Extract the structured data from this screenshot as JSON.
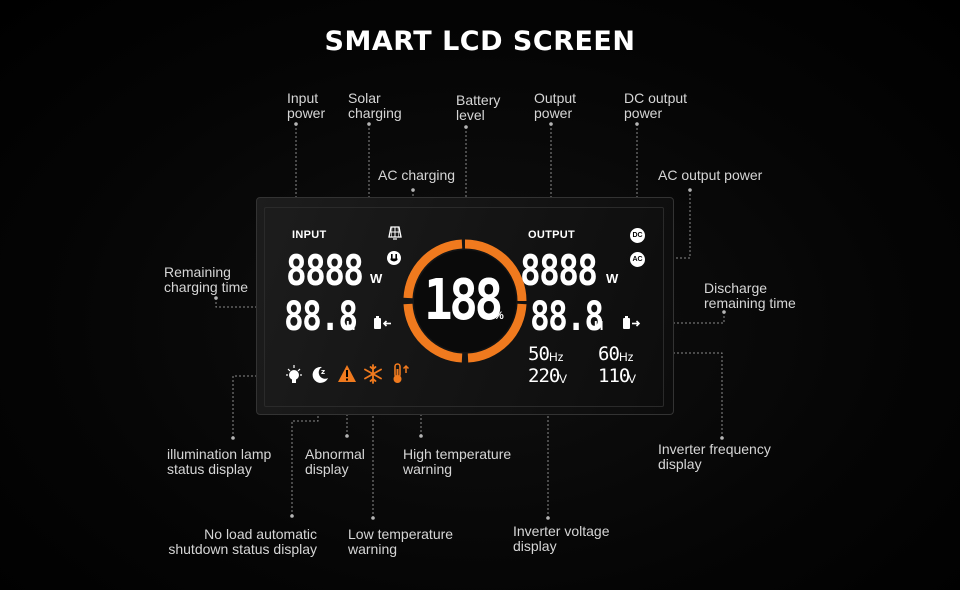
{
  "title": "SMART LCD SCREEN",
  "colors": {
    "accent": "#f07a1e",
    "background": "#000000",
    "text": "#d6d6d6"
  },
  "labels": {
    "input_power": "Input\npower",
    "solar_charging": "Solar\ncharging",
    "battery_level": "Battery\nlevel",
    "output_power": "Output\npower",
    "dc_output_power": "DC output\npower",
    "ac_charging": "AC charging",
    "ac_output_power": "AC output power",
    "remaining_charging_time": "Remaining\ncharging time",
    "discharge_remaining_time": "Discharge\nremaining time",
    "illumination_lamp": "illumination lamp\nstatus display",
    "abnormal_display": "Abnormal\ndisplay",
    "high_temperature_warning": "High temperature\nwarning",
    "inverter_frequency": "Inverter frequency\ndisplay",
    "no_load_shutdown": "No load automatic\nshutdown status display",
    "low_temperature_warning": "Low temperature\nwarning",
    "inverter_voltage": "Inverter voltage\ndisplay"
  },
  "lcd": {
    "input_header": "INPUT",
    "output_header": "OUTPUT",
    "input_watts": "8888",
    "input_watts_unit": "W",
    "input_hours": "88.8",
    "input_hours_unit": "H",
    "battery_percent": "188",
    "battery_percent_unit": "%",
    "output_watts": "8888",
    "output_watts_unit": "W",
    "output_hours": "88.8",
    "output_hours_unit": "H",
    "freq_left": "50",
    "freq_left_unit": "Hz",
    "freq_right": "60",
    "freq_right_unit": "Hz",
    "volt_left": "220",
    "volt_left_unit": "V",
    "volt_right": "110",
    "volt_right_unit": "V",
    "dc_badge": "DC",
    "ac_badge": "AC"
  },
  "icons": [
    "solar-panel-icon",
    "ac-plug-icon",
    "battery-in-icon",
    "battery-out-icon",
    "lightbulb-icon",
    "moon-sleep-icon",
    "warning-triangle-icon",
    "snowflake-icon",
    "thermometer-high-icon",
    "dc-badge-icon",
    "ac-badge-icon"
  ]
}
